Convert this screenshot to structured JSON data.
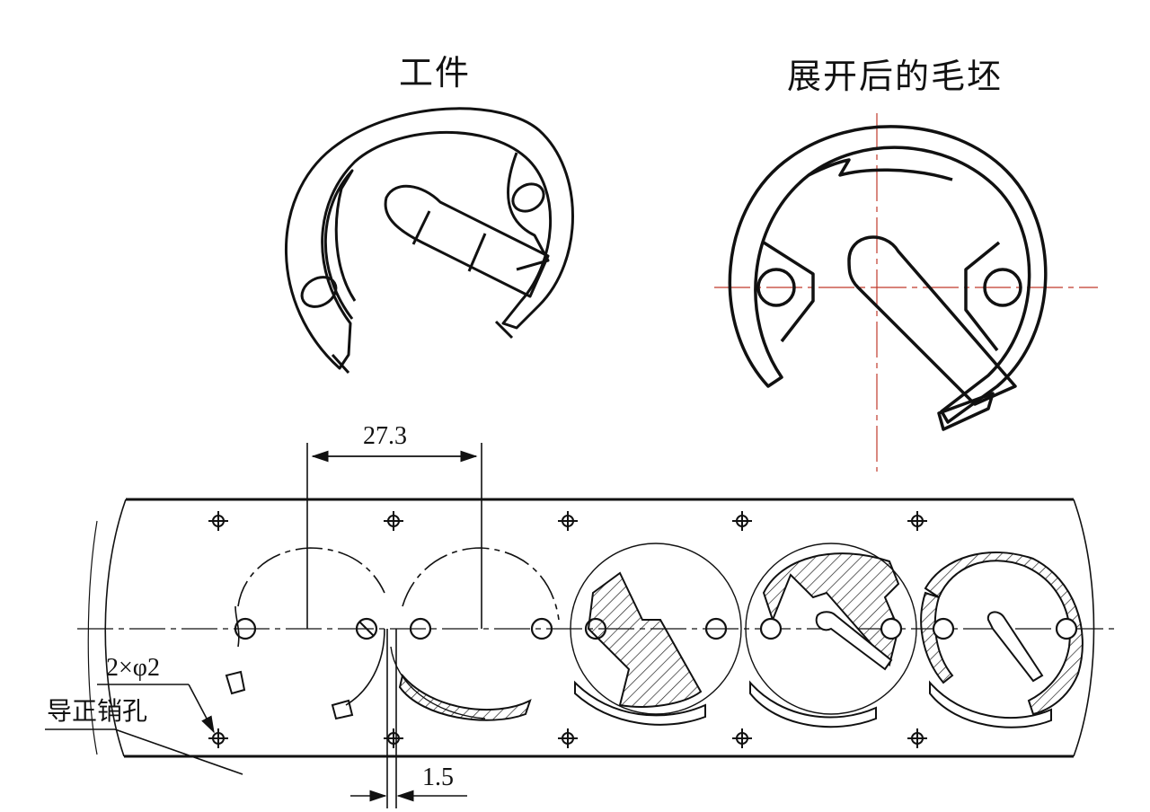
{
  "labels": {
    "workpiece": "工件",
    "blank": "展开后的毛坯",
    "pitch": "27.3",
    "pin_spec": "2×φ2",
    "pin_name": "导正销孔",
    "gap": "1.5"
  },
  "colors": {
    "line": "#111111",
    "centerline": "#c0392b",
    "hatch": "#222222"
  }
}
